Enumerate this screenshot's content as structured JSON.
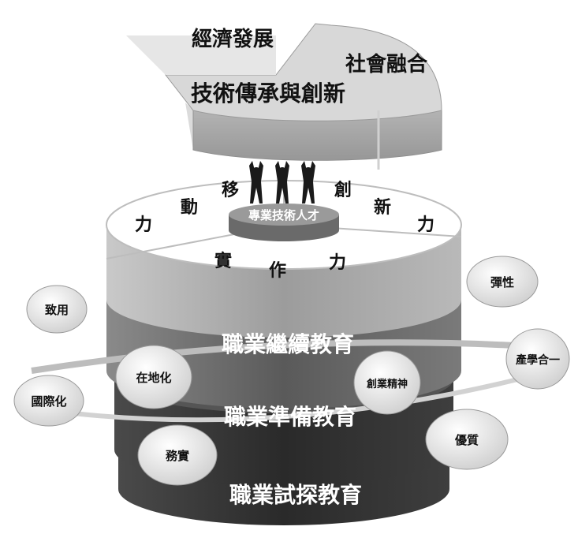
{
  "top_slab": {
    "economy": "經濟發展",
    "social": "社會融合",
    "tech": "技術傳承與創新"
  },
  "competencies": {
    "mobility_1": "移",
    "mobility_2": "動",
    "mobility_3": "力",
    "innovation_1": "創",
    "innovation_2": "新",
    "innovation_3": "力",
    "practice_1": "實",
    "practice_2": "作",
    "practice_3": "力"
  },
  "center_label": "專業技術人才",
  "tiers": {
    "continuing": "職業繼續教育",
    "preparation": "職業準備教育",
    "exploration": "職業試探教育"
  },
  "bubbles": {
    "practical": "致用",
    "localization": "在地化",
    "internationalization": "國際化",
    "talent": "務實",
    "flexibility": "彈性",
    "industry": "產學合一",
    "entrepreneur": "創業精神",
    "quality": "優質"
  },
  "colors": {
    "background": "#ffffff",
    "tier_top": "#a9a9a9",
    "tier_middle": "#6b6b6b",
    "tier_bottom": "#333333",
    "bubble": "#f2f2f2"
  }
}
